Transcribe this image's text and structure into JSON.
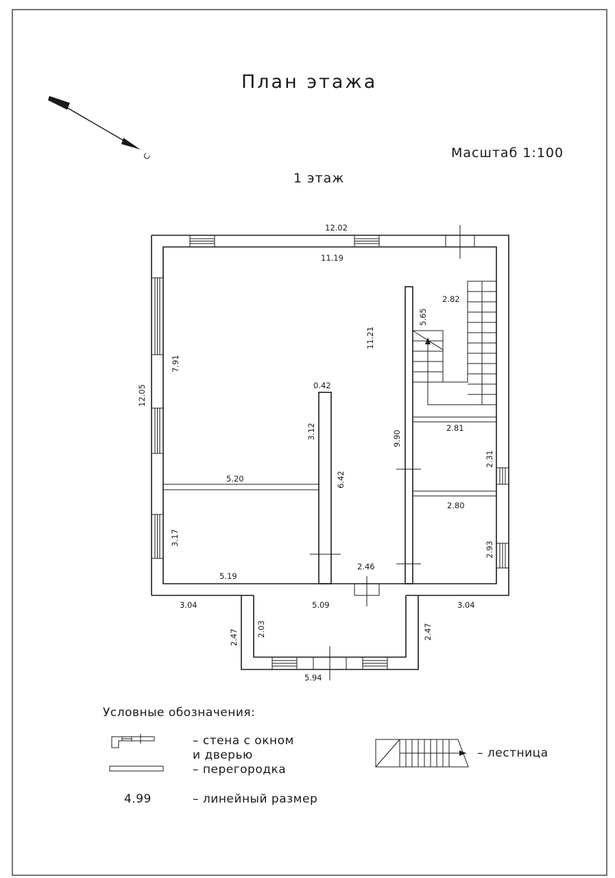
{
  "title": "План этажа",
  "floor": "1 этаж",
  "scale": "Масштаб 1:100",
  "compass": {
    "label": "С",
    "icon": "north-arrow-icon"
  },
  "dimensions": {
    "outer_width": "12.02",
    "inner_width": "11.19",
    "outer_height": "12.05",
    "left_upper": "7.91",
    "central_corridor": "11.21",
    "stair_wall": "5.65",
    "stair_width": "2.82",
    "partition_end": "0.42",
    "partition_upper": "3.12",
    "partition_lower": "6.42",
    "right_wall": "9.90",
    "room_right_top": "2.81",
    "room_right_mid_height": "2.31",
    "room_right_bottom": "2.80",
    "room_right_bottom_height": "2.93",
    "left_partition": "5.20",
    "left_lower_height": "3.17",
    "left_bottom_width": "5.19",
    "entrance": "2.46",
    "porch_left_offset": "3.04",
    "porch_right_offset": "3.04",
    "porch_inner_width": "5.09",
    "porch_left_outer": "2.47",
    "porch_left_inner": "2.03",
    "porch_right_outer": "2.47",
    "porch_bottom": "5.94"
  },
  "legend": {
    "title": "Условные обозначения:",
    "wall_line1": "– стена с окном",
    "wall_line2": "и дверью",
    "partition": "– перегородка",
    "stair": "– лестница",
    "dim_sample": "4.99",
    "dim_label": "– линейный размер"
  }
}
